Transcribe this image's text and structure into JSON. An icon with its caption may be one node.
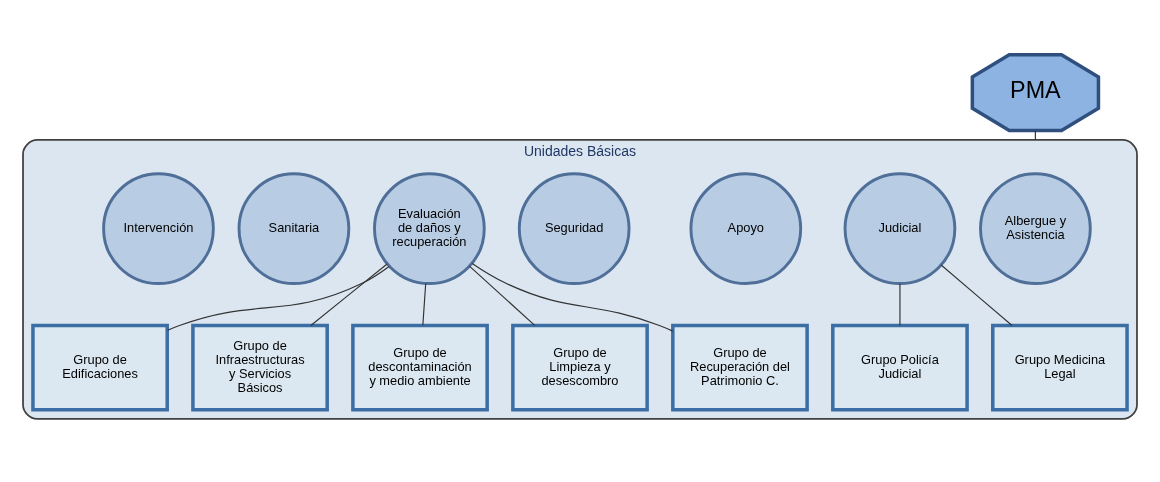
{
  "diagram": {
    "nodes": [
      {
        "text": [
          "PMA"
        ]
      },
      {
        "text": [
          "Unidades Básicas"
        ]
      },
      {
        "text": [
          "Intervención"
        ],
        "in": 1
      },
      {
        "text": [
          "Sanitaria"
        ],
        "in": 1
      },
      {
        "text": [
          "Evaluación de daños y recuperación"
        ],
        "in": 1
      },
      {
        "text": [
          "Seguridad"
        ],
        "in": 1
      },
      {
        "text": [
          "Apoyo"
        ],
        "in": 1
      },
      {
        "text": [
          "Judicial"
        ],
        "in": 1
      },
      {
        "text": [
          "Albergue y Asistencia"
        ],
        "in": 1
      },
      {
        "text": [
          "Grupo de Edificaciones"
        ],
        "in": 1
      },
      {
        "text": [
          "Grupo de Infraestructuras y Servicios Básicos"
        ],
        "in": 1
      },
      {
        "text": [
          "Grupo de descontaminación y medio ambiente"
        ],
        "in": 1
      },
      {
        "text": [
          "Grupo de Limpieza y desescombro"
        ],
        "in": 1
      },
      {
        "text": [
          "Grupo de Recuperación del Patrimonio C."
        ],
        "in": 1
      },
      {
        "text": [
          "Grupo Policía Judicial"
        ],
        "in": 1
      },
      {
        "text": [
          "Grupo Medicina Legal"
        ],
        "in": 1
      }
    ],
    "edges": [
      {
        "from": 0,
        "to": 1,
        "arrow": "none"
      },
      {
        "from": 4,
        "to": 9,
        "arrow": "none"
      },
      {
        "from": 4,
        "to": 10,
        "arrow": "none"
      },
      {
        "from": 4,
        "to": 11,
        "arrow": "none"
      },
      {
        "from": 4,
        "to": 12,
        "arrow": "none"
      },
      {
        "from": 4,
        "to": 13,
        "arrow": "none"
      },
      {
        "from": 7,
        "to": 14,
        "arrow": "none"
      },
      {
        "from": 7,
        "to": 15,
        "arrow": "none"
      }
    ]
  }
}
